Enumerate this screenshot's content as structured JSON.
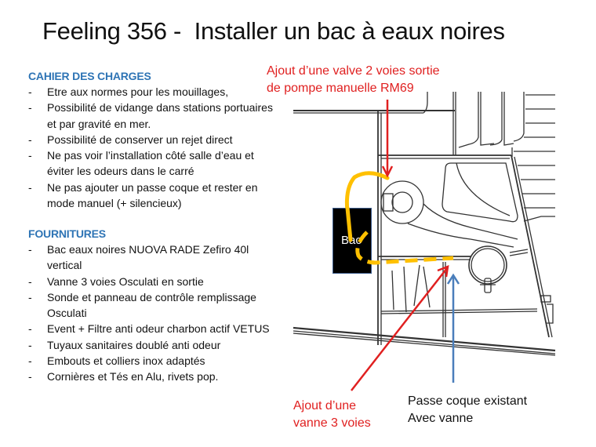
{
  "title": "Feeling 356 -  Installer un bac à eaux noires",
  "cahier_des_charges": {
    "heading": "CAHIER DES CHARGES",
    "items": [
      {
        "dash": "-",
        "text": "Etre aux normes pour les mouillages,"
      },
      {
        "dash": "-",
        "text": "Possibilité de vidange dans stations portuaires et par gravité en mer."
      },
      {
        "dash": "-",
        "text": "Possibilité de conserver un rejet direct"
      },
      {
        "dash": "-",
        "text": "Ne pas voir l’installation côté salle d’eau et éviter les odeurs dans le carré"
      },
      {
        "dash": "-",
        "text": "Ne pas ajouter un passe coque et rester en mode manuel (+ silencieux)"
      }
    ]
  },
  "fournitures": {
    "heading": "FOURNITURES",
    "items": [
      {
        "dash": "-",
        "text": "Bac eaux noires NUOVA RADE Zefiro 40l vertical"
      },
      {
        "dash": "-",
        "text": "Vanne 3 voies Osculati en sortie"
      },
      {
        "dash": "-",
        "text": "Sonde et panneau de contrôle remplissage Osculati"
      },
      {
        "dash": "-",
        "text": "Event + Filtre anti odeur charbon actif VETUS"
      },
      {
        "dash": "-",
        "text": "Tuyaux sanitaires doublé anti odeur"
      },
      {
        "dash": "-",
        "text": "Embouts et colliers inox adaptés"
      },
      {
        "dash": "-",
        "text": "Cornières et Tés en Alu, rivets pop."
      }
    ]
  },
  "diagram": {
    "label_valve_line1": "Ajout d’une valve 2 voies sortie",
    "label_valve_line2": "de pompe manuelle RM69",
    "bac_label": "Bac",
    "label_vanne_line1": "Ajout d’une",
    "label_vanne_line2": "vanne 3 voies",
    "label_passe_line1": "Passe coque existant",
    "label_passe_line2": "Avec vanne",
    "colors": {
      "annotation_red": "#e02020",
      "annotation_blue": "#4a7ebb",
      "pipe_yellow": "#ffc000",
      "heading_blue": "#2e74b5"
    }
  }
}
